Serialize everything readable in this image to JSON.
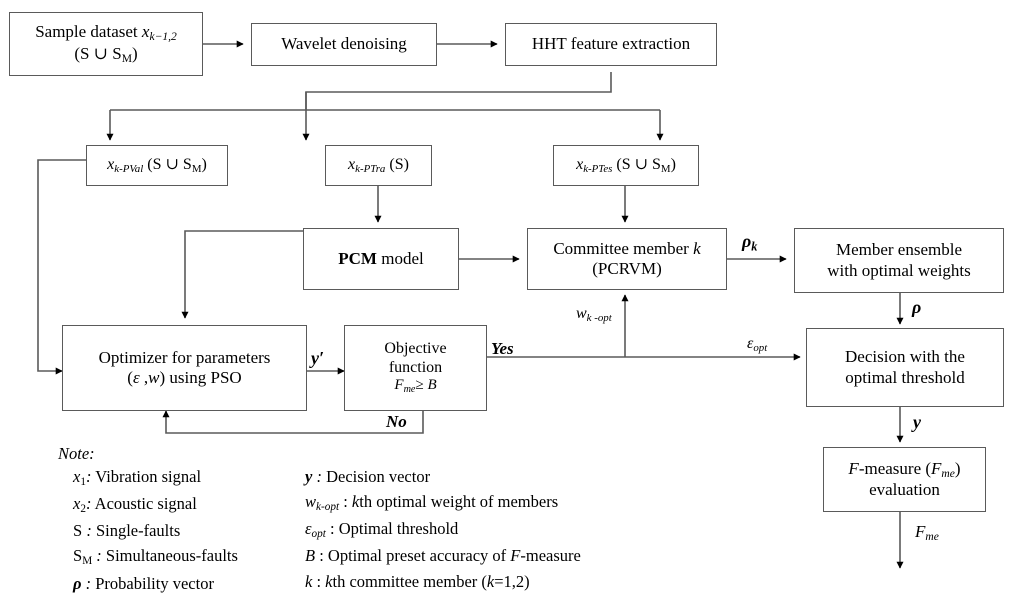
{
  "diagram": {
    "title": "PCM-PCRVM committee machine fault diagnosis flowchart",
    "stroke_color": "#5a5a5a",
    "text_color": "#000000",
    "background": "#ffffff"
  },
  "boxes": {
    "sample_dataset": {
      "line1_pre": "Sample dataset ",
      "line1_var": "x",
      "line1_sub": "k−1,2",
      "line2": "(S ∪ S",
      "line2_sub": "M",
      "line2_end": ")"
    },
    "wavelet": {
      "label": "Wavelet denoising"
    },
    "hht": {
      "label": "HHT feature extraction"
    },
    "x_pval": {
      "var": "x",
      "sub": "k-PVal",
      "set": "(S ∪ S",
      "set_sub": "M",
      "set_end": ")"
    },
    "x_ptra": {
      "var": "x",
      "sub": "k-PTra",
      "set": "(S)",
      "set_sub": "",
      "set_end": ""
    },
    "x_ptes": {
      "var": "x",
      "sub": "k-PTes",
      "set": "(S ∪ S",
      "set_sub": "M",
      "set_end": ")"
    },
    "pcm_model": {
      "bold": "PCM",
      "rest": " model"
    },
    "committee": {
      "line1": "Committee member ",
      "line1_var": "k",
      "line2": "(PCRVM)"
    },
    "ensemble": {
      "line1": "Member ensemble",
      "line2": "with optimal weights"
    },
    "optimizer": {
      "line1": "Optimizer for parameters",
      "line2_open": "(",
      "line2_eps": "ε",
      "line2_mid": " ,",
      "line2_w": "w",
      "line2_close": ") using PSO"
    },
    "objective": {
      "line1": "Objective",
      "line2": "function",
      "cond_f": "F",
      "cond_sub": "me",
      "cond_op": "≥ ",
      "cond_b": "B"
    },
    "decision": {
      "line1": "Decision with the",
      "line2": "optimal threshold"
    },
    "fmeasure": {
      "line1_f": "F",
      "line1_mid": "-measure (",
      "line1_f2": "F",
      "line1_sub": "me",
      "line1_end": ")",
      "line2": "evaluation"
    }
  },
  "edge_labels": {
    "rho_k": {
      "sym": "ρ",
      "sub": "k"
    },
    "rho": {
      "sym": "ρ"
    },
    "y_prime": {
      "sym": "y′"
    },
    "yes": {
      "text": "Yes"
    },
    "no": {
      "text": "No"
    },
    "w_k_opt": {
      "sym": "w",
      "sub": "k -opt"
    },
    "eps_opt": {
      "sym": "ε",
      "sub": "opt"
    },
    "y_out": {
      "sym": "y"
    },
    "fme_out": {
      "sym": "F",
      "sub": "me"
    }
  },
  "note": {
    "title": "Note:",
    "left_column": [
      {
        "sym": "x",
        "sub": "1",
        "sep": ": ",
        "text": "Vibration signal",
        "sym_style": "italic"
      },
      {
        "sym": "x",
        "sub": "2",
        "sep": ": ",
        "text": "Acoustic signal",
        "sym_style": "italic"
      },
      {
        "sym": "S",
        "sub": "",
        "sep": " : ",
        "text": "Single-faults",
        "sym_style": "normal"
      },
      {
        "sym": "S",
        "sub": "M",
        "sep": " : ",
        "text": "Simultaneous-faults",
        "sym_style": "normal"
      },
      {
        "sym": "ρ",
        "sub": "",
        "sep": " : ",
        "text": "Probability vector",
        "sym_style": "bolditalic"
      }
    ],
    "right_column": [
      {
        "sym": "y",
        "sub": "",
        "sep": " : ",
        "text": "Decision vector",
        "sym_style": "bolditalic"
      },
      {
        "sym": "w",
        "sub": "k-opt",
        "sep": " : ",
        "text": "kth optimal weight of members",
        "sym_style": "italic"
      },
      {
        "sym": "ε",
        "sub": "opt",
        "sep": " : ",
        "text": "Optimal threshold",
        "sym_style": "italic"
      },
      {
        "sym": "B",
        "sub": "",
        "sep": " : ",
        "text": "Optimal preset accuracy of F-measure",
        "sym_style": "italic"
      },
      {
        "sym": "k",
        "sub": "",
        "sep": " : ",
        "text": "kth committee member (k=1,2)",
        "sym_style": "italic"
      }
    ]
  }
}
